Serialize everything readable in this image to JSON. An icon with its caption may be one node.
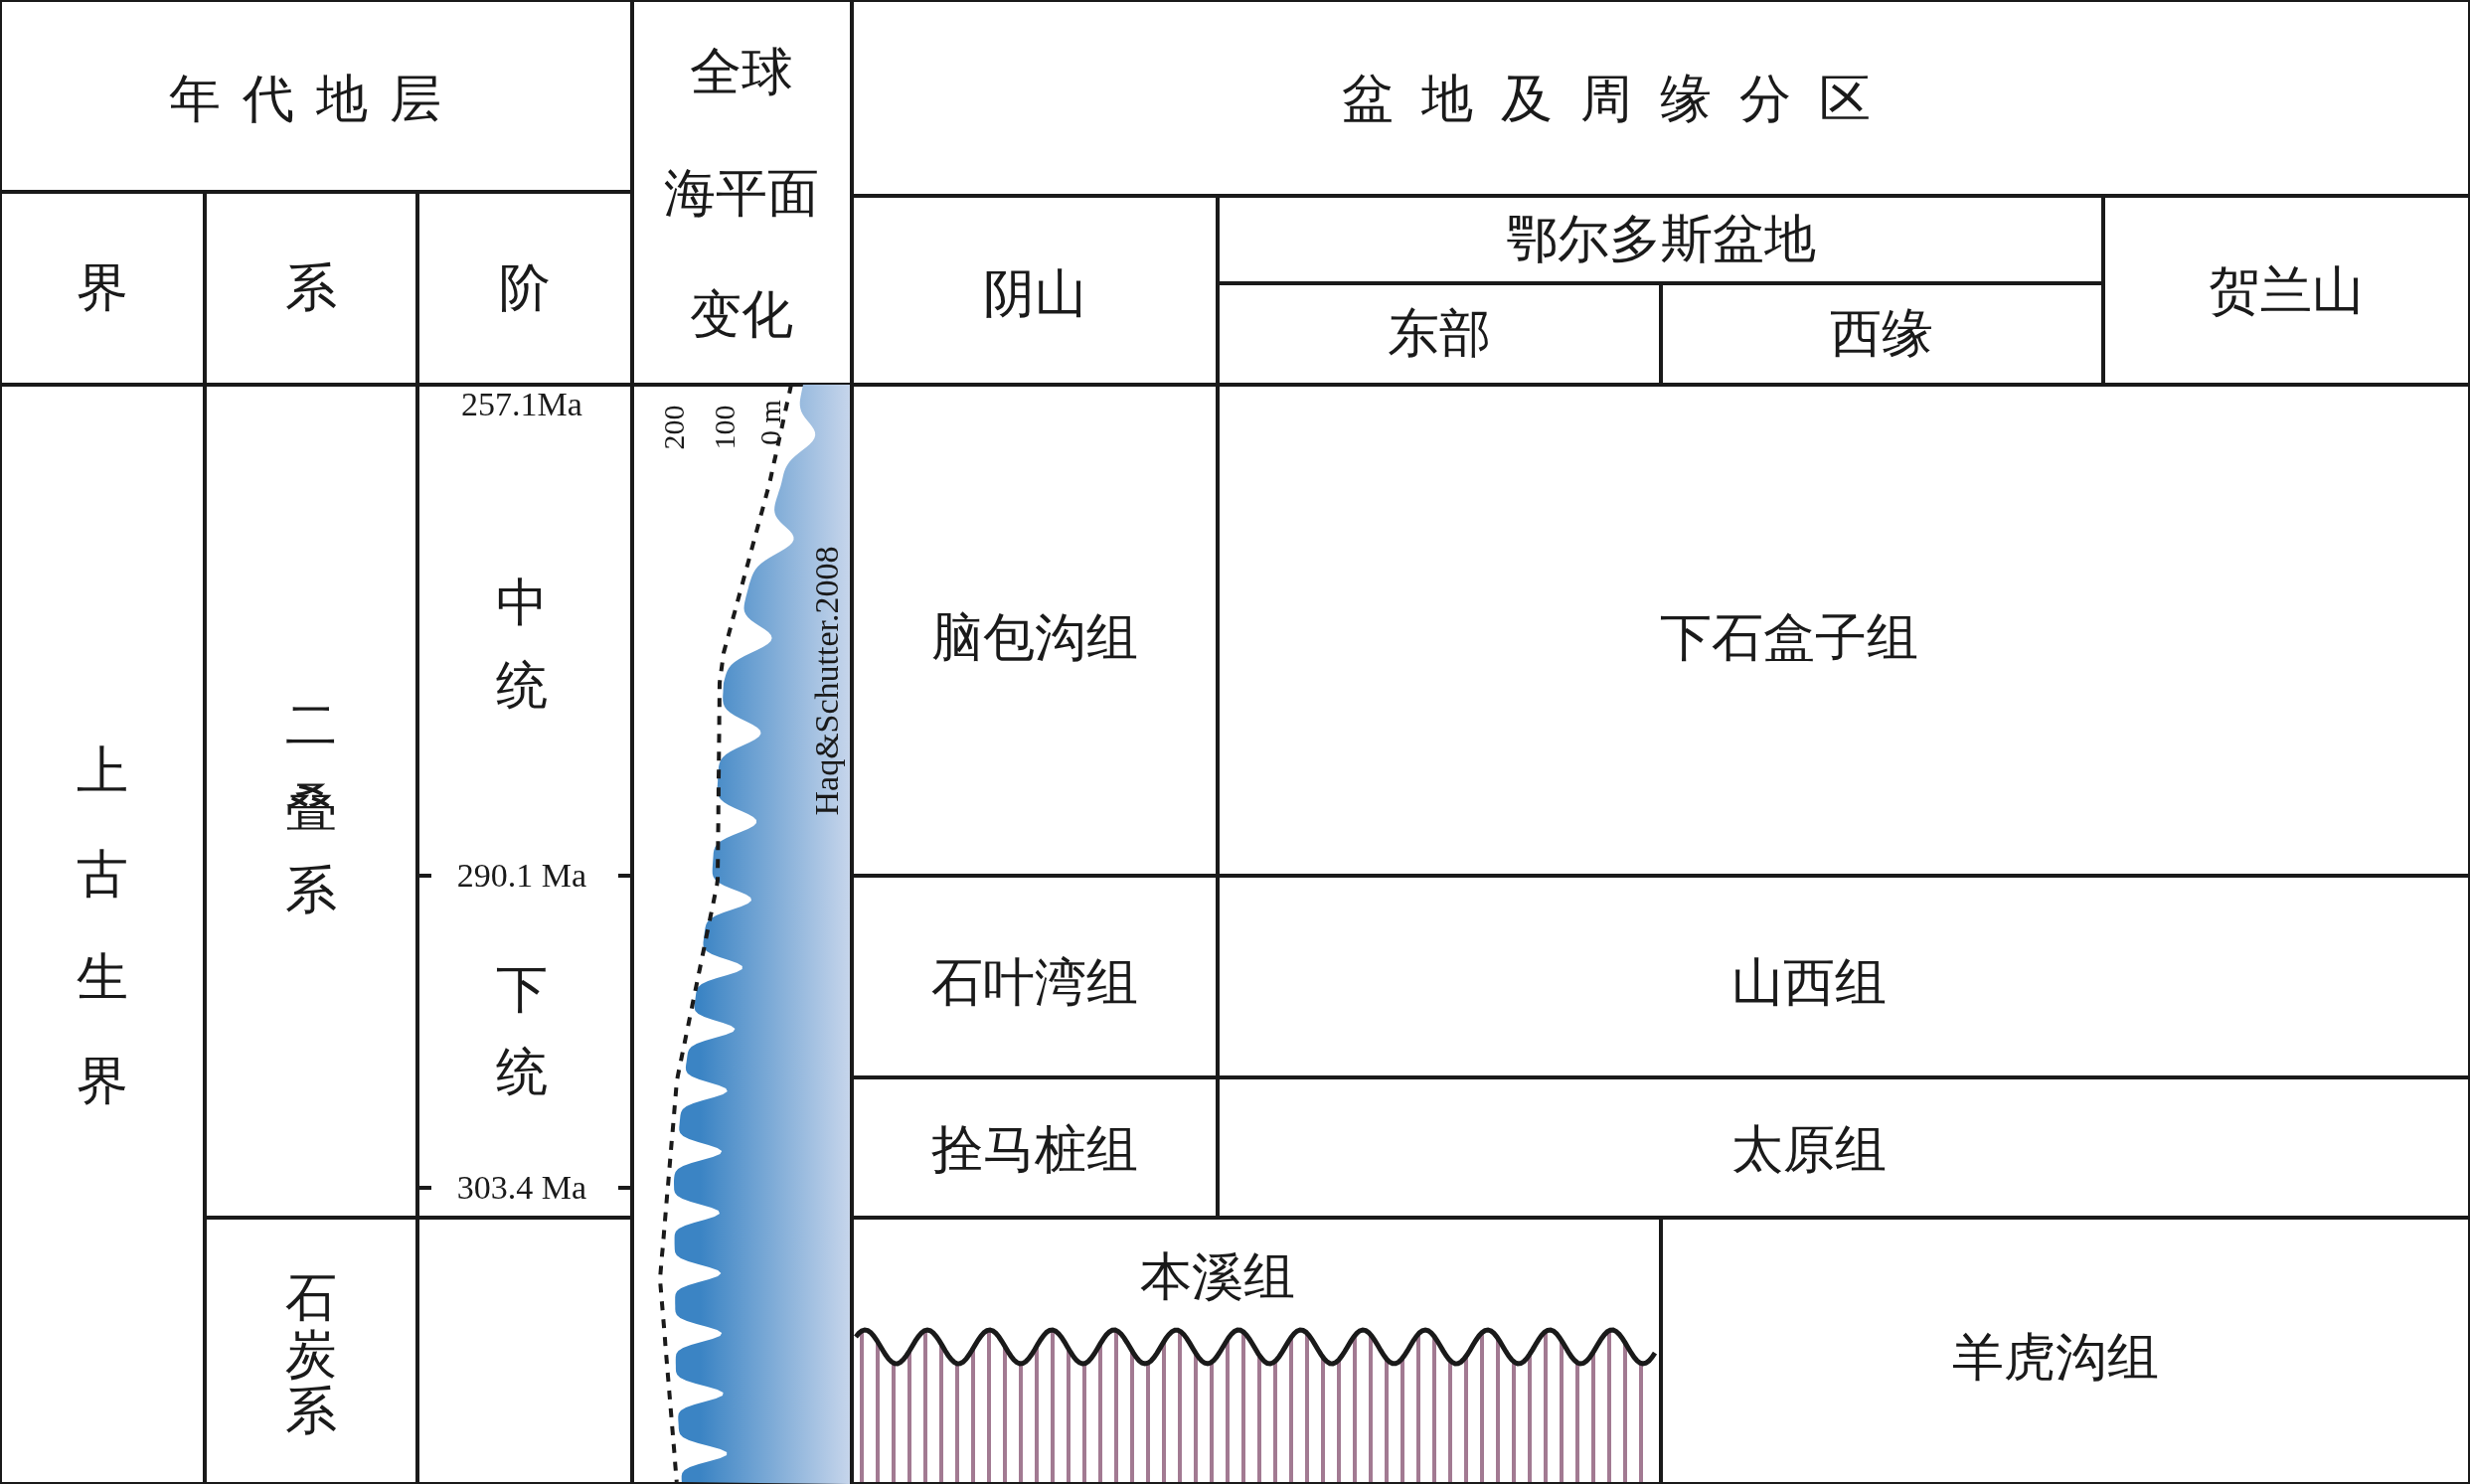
{
  "diagram": {
    "labels": [
      "年代地层",
      "全球海平面变化",
      "盆地及周缘分区",
      "界",
      "系",
      "阶",
      "阴山",
      "鄂尔多斯盆地",
      "贺兰山",
      "东部",
      "西缘",
      "上古生界",
      "二叠系",
      "257.1Ma",
      "中统",
      "290.1 Ma",
      "下统",
      "303.4 Ma",
      "石炭系",
      "200",
      "100",
      "0 m",
      "Haq&Schutter.2008",
      "脑包沟组",
      "下石盒子组",
      "石叶湾组",
      "山西组",
      "拴马桩组",
      "太原组",
      "本溪组",
      "羊虎沟组"
    ]
  }
}
